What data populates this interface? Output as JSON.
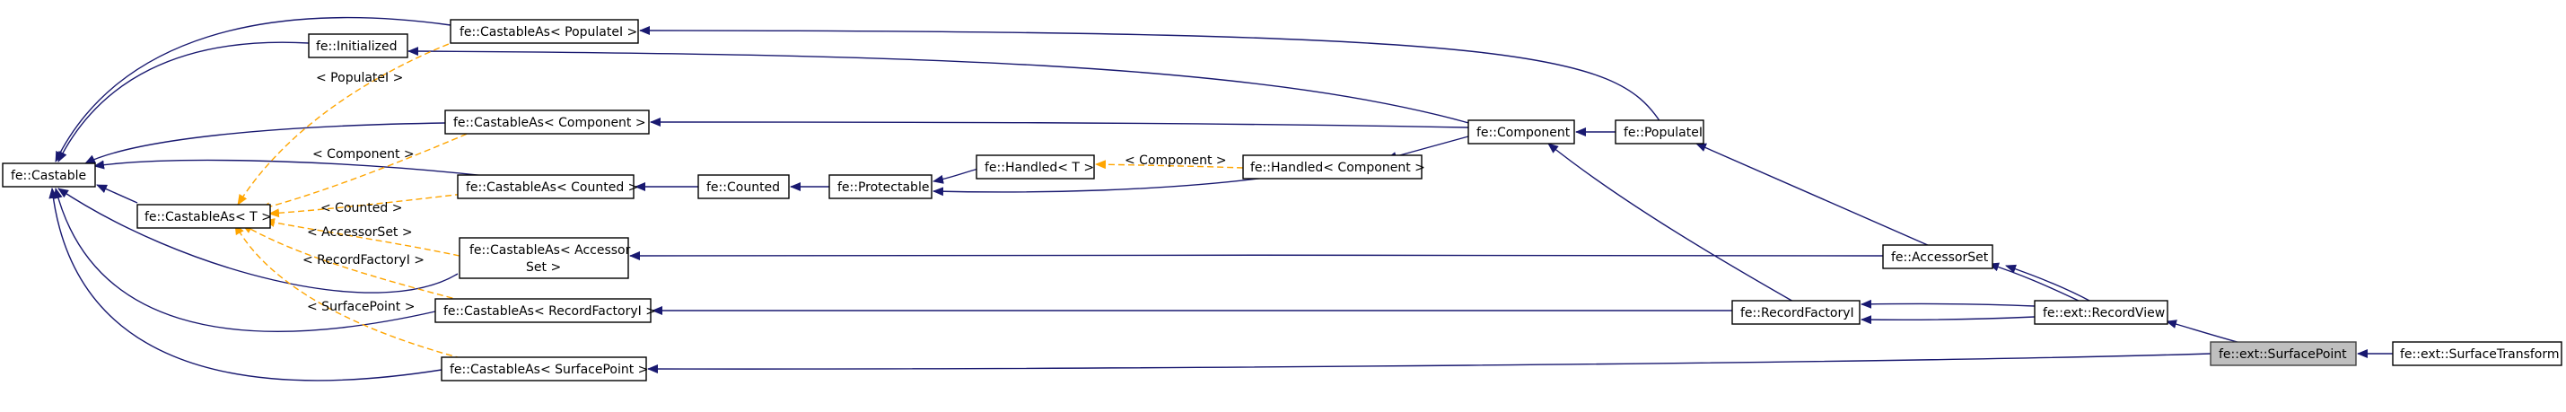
{
  "colors": {
    "inheritance_edge": "#191970",
    "template_edge": "#ffa500",
    "node_border": "#000000",
    "current_node_fill": "#bfbfbf"
  },
  "nodes": {
    "castable": "fe::Castable",
    "initialized": "fe::Initialized",
    "castableas_t": "fe::CastableAs< T >",
    "castableas_populatei": "fe::CastableAs< PopulateI >",
    "castableas_component": "fe::CastableAs< Component >",
    "castableas_counted": "fe::CastableAs< Counted >",
    "castableas_accessorset_line1": "fe::CastableAs< Accessor",
    "castableas_accessorset_line2": "Set >",
    "castableas_recordfactoryi": "fe::CastableAs< RecordFactoryI >",
    "castableas_surfacepoint": "fe::CastableAs< SurfacePoint >",
    "counted": "fe::Counted",
    "protectable": "fe::Protectable",
    "handled_t": "fe::Handled< T >",
    "handled_component": "fe::Handled< Component >",
    "component": "fe::Component",
    "populatei": "fe::PopulateI",
    "accessorset": "fe::AccessorSet",
    "recordfactoryi": "fe::RecordFactoryI",
    "recordview": "fe::ext::RecordView",
    "surfacepoint": "fe::ext::SurfacePoint",
    "surfacetransform": "fe::ext::SurfaceTransform"
  },
  "edge_labels": {
    "populatei": "< PopulateI >",
    "component": "< Component >",
    "counted": "< Counted >",
    "accessorset": "< AccessorSet >",
    "recordfactoryi": "< RecordFactoryI >",
    "surfacepoint": "< SurfacePoint >",
    "handled_component": "< Component >"
  }
}
